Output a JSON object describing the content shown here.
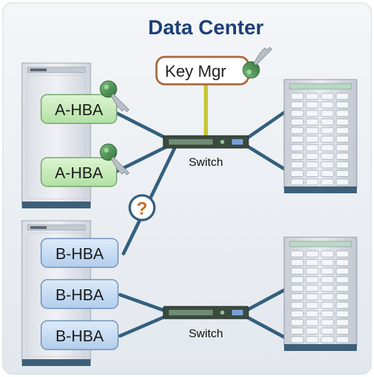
{
  "title": "Data Center",
  "key_manager": {
    "label": "Key Mgr",
    "icon": "key-icon"
  },
  "switches": [
    {
      "label": "Switch"
    },
    {
      "label": "Switch"
    }
  ],
  "hbas": [
    {
      "label": "A-HBA",
      "key_icon": "key-icon"
    },
    {
      "label": "A-HBA",
      "key_icon": "key-icon"
    },
    {
      "label": "B-HBA"
    },
    {
      "label": "B-HBA"
    },
    {
      "label": "B-HBA"
    }
  ],
  "unknown_link": {
    "symbol": "?",
    "icon": "question-icon"
  },
  "colors": {
    "a_hba_fill": "#c6ebb9",
    "b_hba_fill": "#c7dcf4",
    "key_mgr_border": "#a9673a",
    "key_green": "#3f8a47",
    "link": "#34607e",
    "key_link": "#c7c63c",
    "title": "#1c3f78",
    "question": "#c86a1e"
  }
}
